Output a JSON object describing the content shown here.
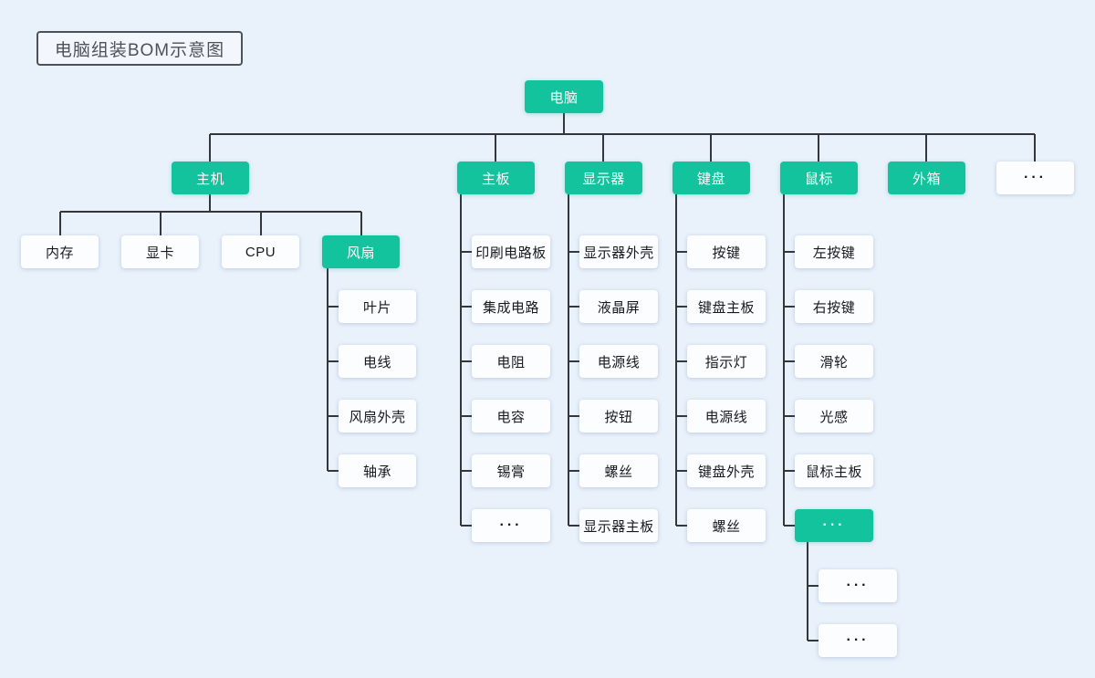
{
  "title": "电脑组装BOM示意图",
  "colors": {
    "accent": "#12c39e",
    "bg": "#e9f1fb",
    "line": "#33373b",
    "node_bg": "#fbfdff",
    "node_text": "#17191c",
    "title_color": "#4d5257"
  },
  "diagram": {
    "root": {
      "label": "电脑"
    },
    "level2": [
      {
        "label": "主机"
      },
      {
        "label": "主板"
      },
      {
        "label": "显示器"
      },
      {
        "label": "键盘"
      },
      {
        "label": "鼠标"
      },
      {
        "label": "外箱"
      },
      {
        "label": "···"
      }
    ],
    "host_children": [
      {
        "label": "内存"
      },
      {
        "label": "显卡"
      },
      {
        "label": "CPU"
      },
      {
        "label": "风扇"
      }
    ],
    "fan_children": [
      {
        "label": "叶片"
      },
      {
        "label": "电线"
      },
      {
        "label": "风扇外壳"
      },
      {
        "label": "轴承"
      }
    ],
    "motherboard_children": [
      {
        "label": "印刷电路板"
      },
      {
        "label": "集成电路"
      },
      {
        "label": "电阻"
      },
      {
        "label": "电容"
      },
      {
        "label": "锡膏"
      },
      {
        "label": "···"
      }
    ],
    "monitor_children": [
      {
        "label": "显示器外壳"
      },
      {
        "label": "液晶屏"
      },
      {
        "label": "电源线"
      },
      {
        "label": "按钮"
      },
      {
        "label": "螺丝"
      },
      {
        "label": "显示器主板"
      }
    ],
    "keyboard_children": [
      {
        "label": "按键"
      },
      {
        "label": "键盘主板"
      },
      {
        "label": "指示灯"
      },
      {
        "label": "电源线"
      },
      {
        "label": "键盘外壳"
      },
      {
        "label": "螺丝"
      }
    ],
    "mouse_children": [
      {
        "label": "左按键"
      },
      {
        "label": "右按键"
      },
      {
        "label": "滑轮"
      },
      {
        "label": "光感"
      },
      {
        "label": "鼠标主板"
      },
      {
        "label": "···"
      }
    ],
    "mouse_more_children": [
      {
        "label": "···"
      },
      {
        "label": "···"
      }
    ]
  }
}
